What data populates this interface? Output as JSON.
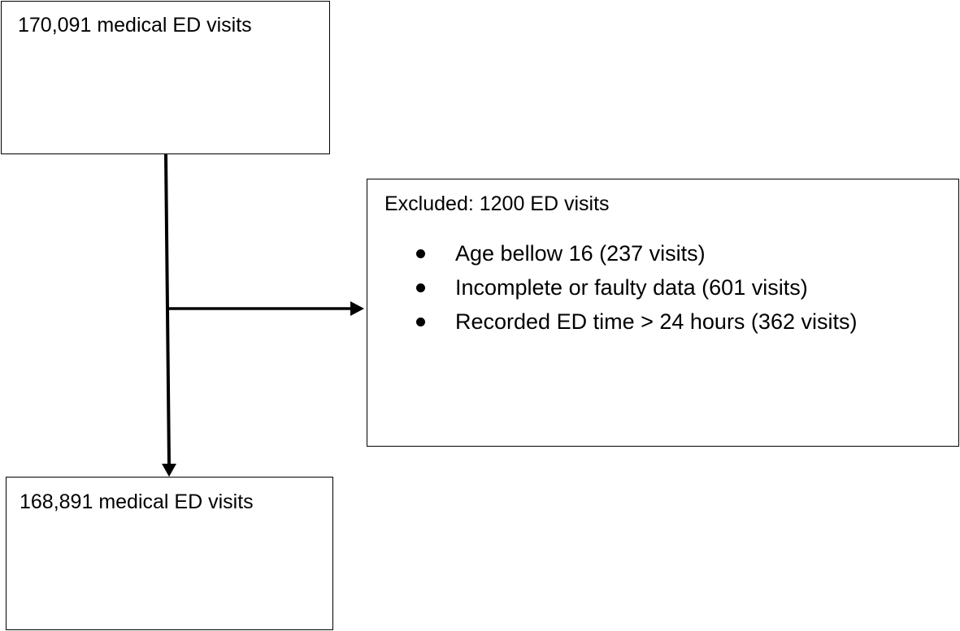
{
  "flowchart": {
    "top_box": {
      "text": "170,091 medical ED visits"
    },
    "excluded_box": {
      "title": "Excluded: 1200 ED visits",
      "reasons": [
        "Age bellow 16 (237 visits)",
        "Incomplete or faulty data (601 visits)",
        "Recorded ED time > 24 hours (362 visits)"
      ]
    },
    "bottom_box": {
      "text": "168,891 medical ED visits"
    }
  }
}
